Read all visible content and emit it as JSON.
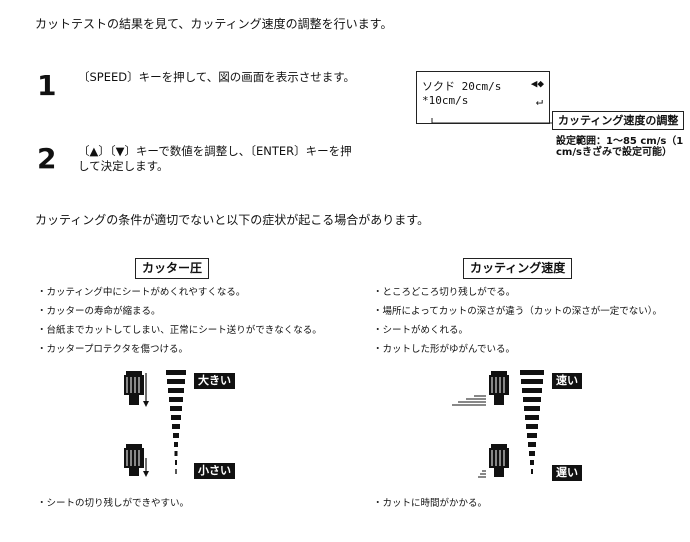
{
  "intro": "カットテストの結果を見て、カッティング速度の調整を行います。",
  "steps": [
    {
      "number": "1",
      "text": "〔SPEED〕キーを押して、図の画面を表示させます。"
    },
    {
      "number": "2",
      "text": "〔▲〕〔▼〕キーで数値を調整し、〔ENTER〕キーを押して決定します。"
    }
  ],
  "lcd": {
    "line1": "ソクド 20cm/s",
    "line2": "*10cm/s",
    "arrows_icon": "◀◆",
    "enter_icon": "↵"
  },
  "lcd_label": "カッティング速度の調整",
  "setting_range": "設定範囲：1～85 cm/s（1 cm/sきざみで設定可能）",
  "conditions_intro": "カッティングの条件が適切でないと以下の症状が起こる場合があります。",
  "pressure": {
    "title": "カッター圧",
    "symptoms": [
      "・カッティング中にシートがめくれやすくなる。",
      "・カッターの寿命が縮まる。",
      "・台紙までカットしてしまい、正常にシート送りができなくなる。",
      "・カッタープロテクタを傷つける。"
    ],
    "high_label": "大きい",
    "low_label": "小さい",
    "low_note": "・シートの切り残しができやすい。"
  },
  "speed": {
    "title": "カッティング速度",
    "symptoms": [
      "・ところどころ切り残しがでる。",
      "・場所によってカットの深さが違う（カットの深さが一定でない）。",
      "・シートがめくれる。",
      "・カットした形がゆがんでいる。"
    ],
    "fast_label": "速い",
    "slow_label": "遅い",
    "slow_note": "・カットに時間がかかる。"
  },
  "colors": {
    "ink": "#111111",
    "tag_bg": "#111111",
    "tag_text": "#ffffff"
  }
}
